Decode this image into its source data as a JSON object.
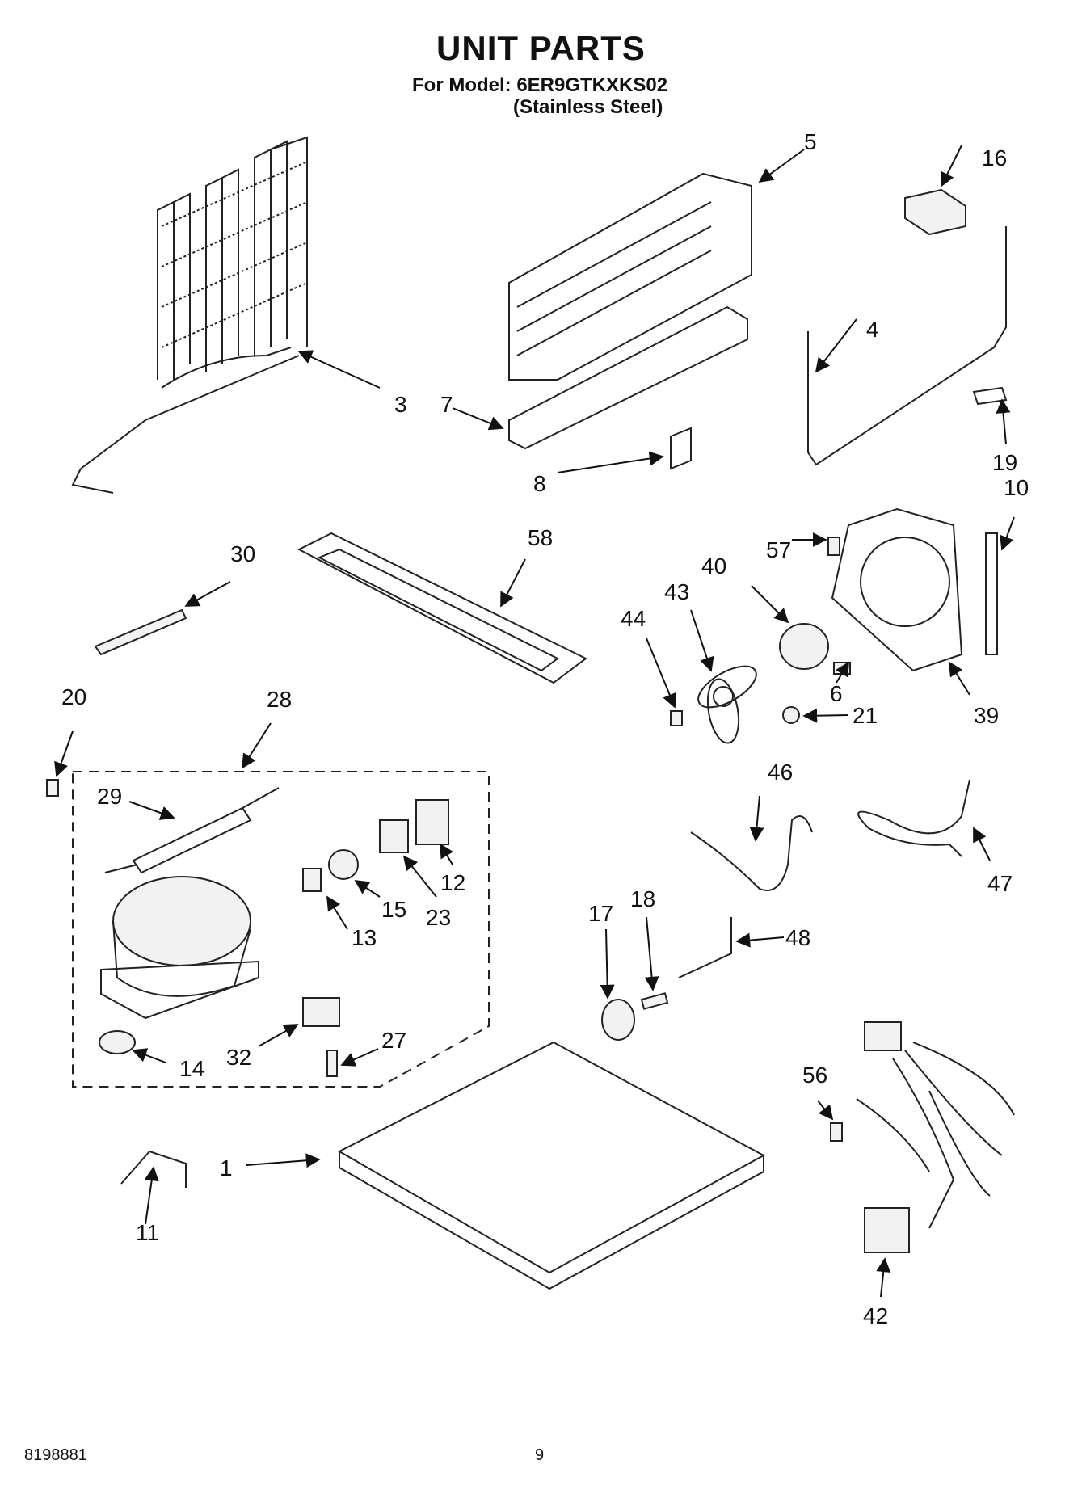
{
  "header": {
    "title": "UNIT PARTS",
    "model_line": "For Model: 6ER9GTKXKS02",
    "finish_line": "(Stainless Steel)"
  },
  "footer": {
    "doc_number": "8198881",
    "page_number": "9"
  },
  "callouts": [
    "1",
    "3",
    "4",
    "5",
    "6",
    "7",
    "8",
    "10",
    "11",
    "12",
    "13",
    "14",
    "15",
    "16",
    "17",
    "18",
    "19",
    "20",
    "21",
    "23",
    "27",
    "28",
    "29",
    "30",
    "32",
    "39",
    "40",
    "42",
    "43",
    "44",
    "46",
    "47",
    "48",
    "56",
    "57",
    "58"
  ]
}
